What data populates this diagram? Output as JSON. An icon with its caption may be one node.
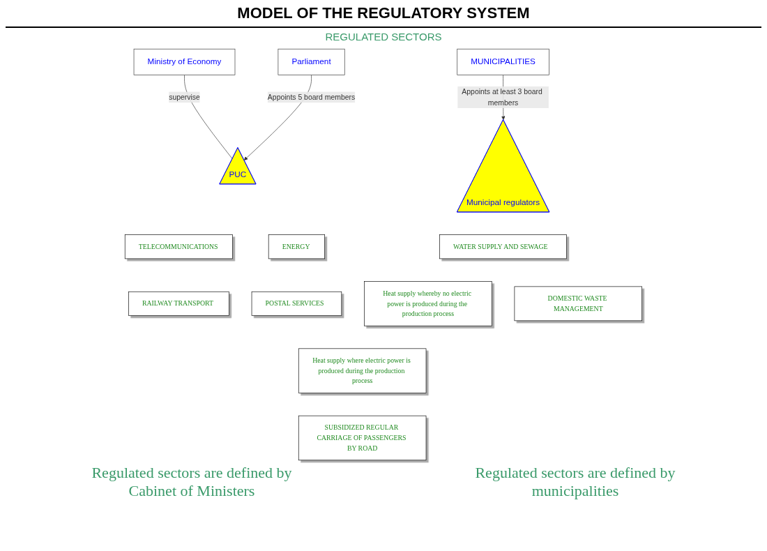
{
  "diagram": {
    "title": "MODEL OF THE REGULATORY SYSTEM",
    "nodes": [
      {
        "text": [
          "Ministry of Economy"
        ]
      },
      {
        "text": [
          "Parliament"
        ]
      },
      {
        "text": [
          "PUC"
        ]
      },
      {
        "text": [
          "MUNICIPALITIES"
        ]
      },
      {
        "text": [
          "Municipal regulators"
        ]
      },
      {
        "text": [
          "TELECOMMUNICATIONS"
        ]
      },
      {
        "text": [
          "ENERGY"
        ]
      },
      {
        "text": [
          "RAILWAY TRANSPORT"
        ]
      },
      {
        "text": [
          "POSTAL SERVICES"
        ]
      },
      {
        "text": [
          "WATER SUPPLY AND SEWAGE"
        ]
      },
      {
        "text": [
          "Heat supply whereby no electric power is produced during the production process"
        ]
      },
      {
        "text": [
          "DOMESTIC WASTE MANAGEMENT"
        ]
      },
      {
        "text": [
          "Heat supply where electric power is produced during the production process"
        ]
      },
      {
        "text": [
          "SUBSIDIZED REGULAR CARRIAGE OF PASSENGERS BY ROAD"
        ]
      }
    ],
    "edges": [
      {
        "from": 0,
        "to": 2,
        "arrow": "none",
        "label": "supervise"
      },
      {
        "from": 1,
        "to": 2,
        "arrow": "to",
        "label": "Appoints 5 board members"
      },
      {
        "from": 3,
        "to": 4,
        "arrow": "to",
        "label": "Appoints at least 3 board members"
      }
    ],
    "labels": [
      "REGULATED SECTORS",
      "Regulated sectors are defined by Cabinet of Ministers",
      "Regulated sectors are defined by municipalities"
    ]
  }
}
